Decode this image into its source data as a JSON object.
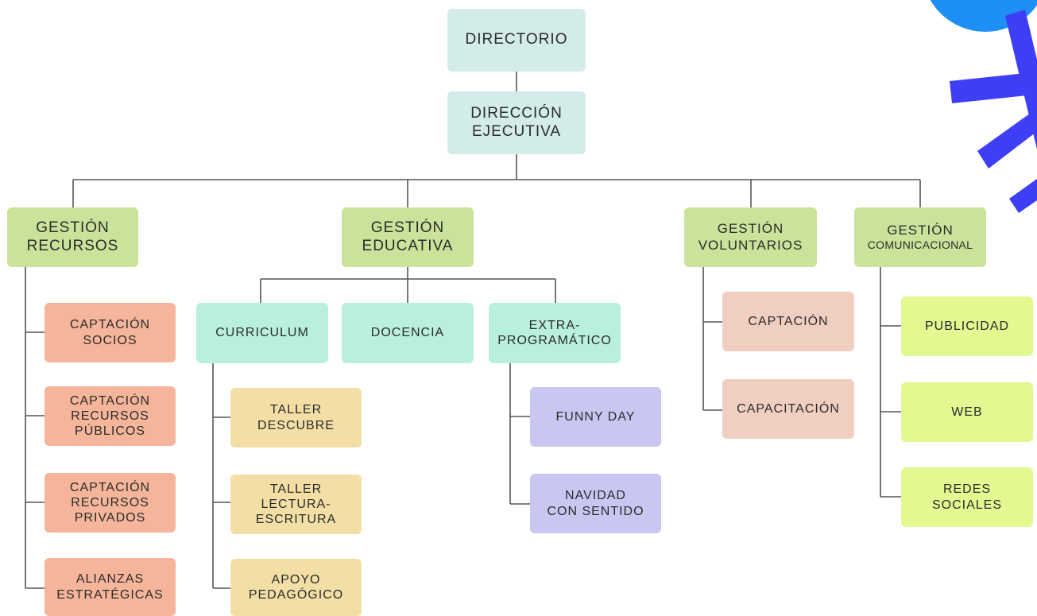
{
  "diagram": {
    "directorio": "DIRECTORIO",
    "direccion_ejecutiva": "DIRECCIÓN\nEJECUTIVA",
    "areas": {
      "recursos": {
        "label": "GESTIÓN\nRECURSOS",
        "children": [
          "CAPTACIÓN\nSOCIOS",
          "CAPTACIÓN\nRECURSOS\nPÚBLICOS",
          "CAPTACIÓN\nRECURSOS\nPRIVADOS",
          "ALIANZAS\nESTRATÉGICAS"
        ]
      },
      "educativa": {
        "label": "GESTIÓN\nEDUCATIVA",
        "curriculum": {
          "label": "CURRICULUM",
          "children": [
            "TALLER\nDESCUBRE",
            "TALLER\nLECTURA-\nESCRITURA",
            "APOYO\nPEDAGÓGICO"
          ]
        },
        "docencia": {
          "label": "DOCENCIA"
        },
        "extra": {
          "label": "EXTRA-\nPROGRAMÁTICO",
          "children": [
            "FUNNY DAY",
            "NAVIDAD\nCON SENTIDO"
          ]
        }
      },
      "voluntarios": {
        "label": "GESTIÓN\nVOLUNTARIOS",
        "children": [
          "CAPTACIÓN",
          "CAPACITACIÓN"
        ]
      },
      "comunicacional": {
        "label_top": "GESTIÓN",
        "label_bottom": "COMUNICACIONAL",
        "children": [
          "PUBLICIDAD",
          "WEB",
          "REDES\nSOCIALES"
        ]
      }
    }
  },
  "colors": {
    "directorio_fill": "#d3ebe9",
    "area_fill": "#c9e39a",
    "recursos_children_fill": "#f5b59a",
    "educativa_children_fill": "#b9f0dc",
    "talleres_fill": "#f3dfa5",
    "extra_children_fill": "#c9c7f1",
    "voluntarios_children_fill": "#f0cfc0",
    "comunicacional_children_fill": "#e2f891",
    "connector": "#555555",
    "decor_blue": "#1e90f5",
    "decor_indigo": "#3d3ef5"
  }
}
